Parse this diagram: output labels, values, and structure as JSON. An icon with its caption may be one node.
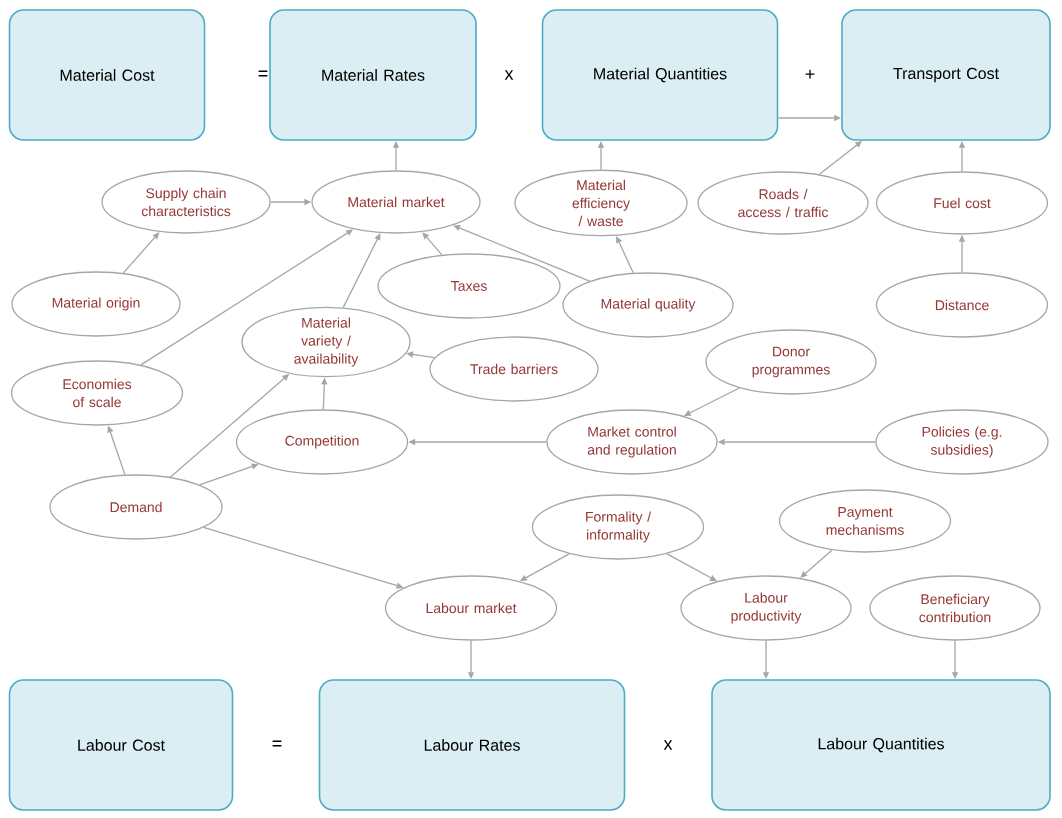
{
  "diagram": {
    "nodes": [
      {
        "text": [
          "Material Cost"
        ]
      },
      {
        "text": [
          "Material Rates"
        ]
      },
      {
        "text": [
          "Material Quantities"
        ]
      },
      {
        "text": [
          "Transport Cost"
        ]
      },
      {
        "text": [
          "Supply chain characteristics"
        ]
      },
      {
        "text": [
          "Material market"
        ]
      },
      {
        "text": [
          "Material efficiency / waste"
        ]
      },
      {
        "text": [
          "Roads / access / traffic"
        ]
      },
      {
        "text": [
          "Fuel cost"
        ]
      },
      {
        "text": [
          "Material origin"
        ]
      },
      {
        "text": [
          "Taxes"
        ]
      },
      {
        "text": [
          "Material quality"
        ]
      },
      {
        "text": [
          "Distance"
        ]
      },
      {
        "text": [
          "Material variety / availability"
        ]
      },
      {
        "text": [
          "Trade barriers"
        ]
      },
      {
        "text": [
          "Economies of scale"
        ]
      },
      {
        "text": [
          "Donor programmes"
        ]
      },
      {
        "text": [
          "Competition"
        ]
      },
      {
        "text": [
          "Market control and regulation"
        ]
      },
      {
        "text": [
          "Policies (e.g. subsidies)"
        ]
      },
      {
        "text": [
          "Demand"
        ]
      },
      {
        "text": [
          "Formality / informality"
        ]
      },
      {
        "text": [
          "Payment mechanisms"
        ]
      },
      {
        "text": [
          "Labour market"
        ]
      },
      {
        "text": [
          "Labour productivity"
        ]
      },
      {
        "text": [
          "Beneficiary contribution"
        ]
      },
      {
        "text": [
          "Labour Cost"
        ]
      },
      {
        "text": [
          "Labour  Rates"
        ]
      },
      {
        "text": [
          "Labour Quantities"
        ]
      }
    ],
    "edges": [
      {
        "from": 5,
        "to": 1,
        "arrow": "to"
      },
      {
        "from": 4,
        "to": 5,
        "arrow": "to"
      },
      {
        "from": 9,
        "to": 4,
        "arrow": "to"
      },
      {
        "from": 15,
        "to": 5,
        "arrow": "to"
      },
      {
        "from": 13,
        "to": 5,
        "arrow": "to"
      },
      {
        "from": 10,
        "to": 5,
        "arrow": "to"
      },
      {
        "from": 11,
        "to": 5,
        "arrow": "to"
      },
      {
        "from": 6,
        "to": 2,
        "arrow": "to"
      },
      {
        "from": 11,
        "to": 6,
        "arrow": "to"
      },
      {
        "from": 2,
        "to": 3,
        "arrow": "to"
      },
      {
        "from": 7,
        "to": 3,
        "arrow": "to"
      },
      {
        "from": 8,
        "to": 3,
        "arrow": "to"
      },
      {
        "from": 12,
        "to": 8,
        "arrow": "to"
      },
      {
        "from": 20,
        "to": 15,
        "arrow": "to"
      },
      {
        "from": 20,
        "to": 13,
        "arrow": "to"
      },
      {
        "from": 20,
        "to": 17,
        "arrow": "to"
      },
      {
        "from": 17,
        "to": 13,
        "arrow": "to"
      },
      {
        "from": 14,
        "to": 13,
        "arrow": "to"
      },
      {
        "from": 18,
        "to": 17,
        "arrow": "to"
      },
      {
        "from": 16,
        "to": 18,
        "arrow": "to"
      },
      {
        "from": 19,
        "to": 18,
        "arrow": "to"
      },
      {
        "from": 20,
        "to": 23,
        "arrow": "to"
      },
      {
        "from": 21,
        "to": 23,
        "arrow": "to"
      },
      {
        "from": 21,
        "to": 24,
        "arrow": "to"
      },
      {
        "from": 22,
        "to": 24,
        "arrow": "to"
      },
      {
        "from": 23,
        "to": 27,
        "arrow": "to"
      },
      {
        "from": 24,
        "to": 28,
        "arrow": "to"
      },
      {
        "from": 25,
        "to": 28,
        "arrow": "to"
      }
    ],
    "labels": [
      "=",
      "x",
      "+",
      "=",
      "x"
    ]
  }
}
